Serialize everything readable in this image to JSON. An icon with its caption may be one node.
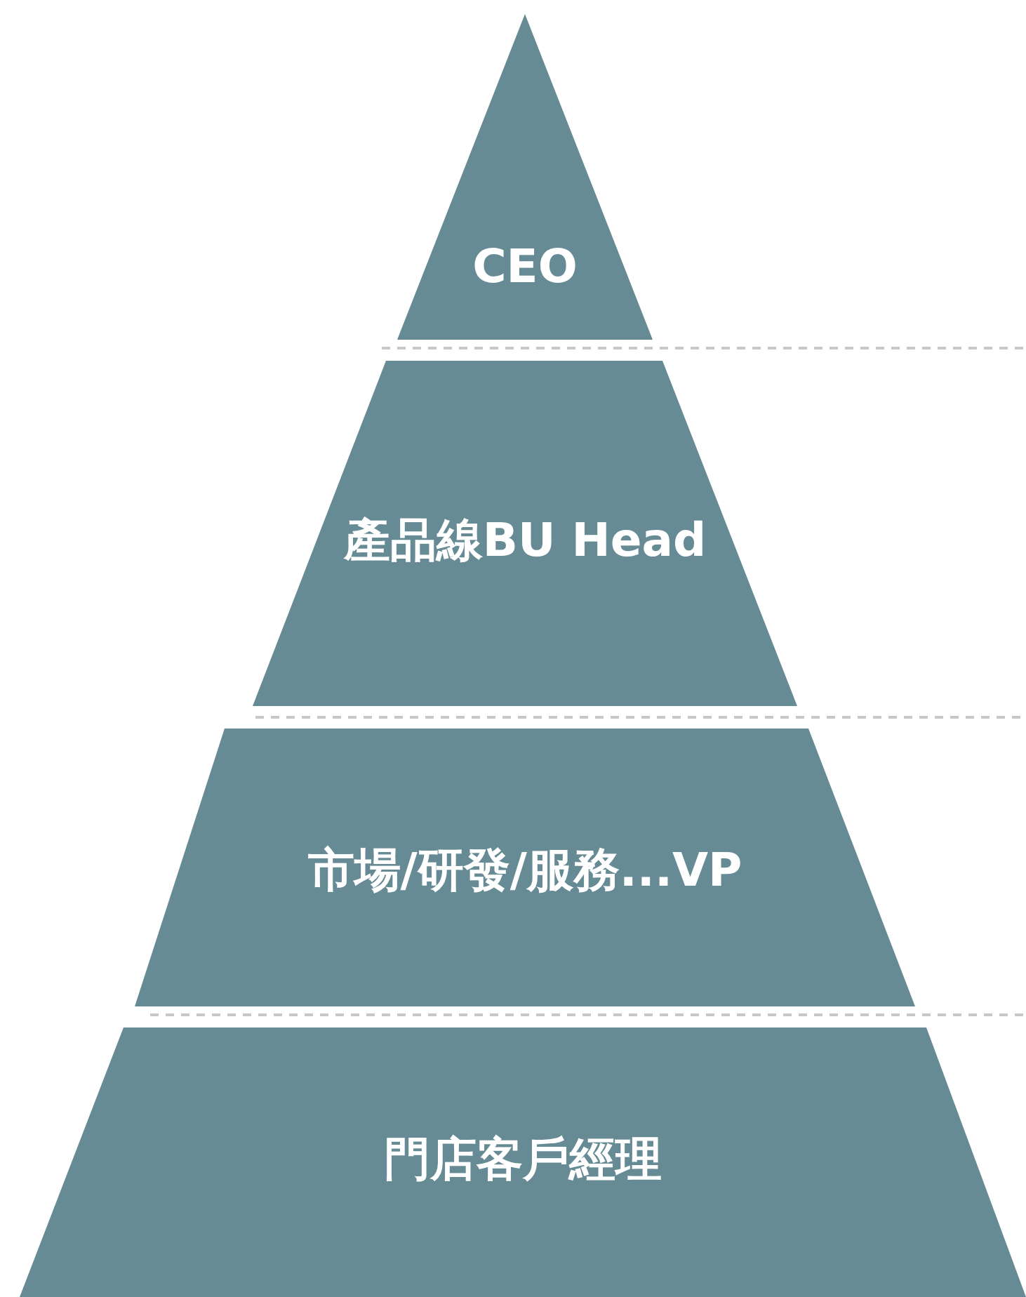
{
  "diagram": {
    "nodes": [
      {
        "text": [
          "CEO"
        ]
      },
      {
        "text": [
          "產品線BU Head"
        ]
      },
      {
        "text": [
          "市場/研發/服務...VP"
        ]
      },
      {
        "text": [
          "門店客戶經理"
        ]
      }
    ]
  }
}
